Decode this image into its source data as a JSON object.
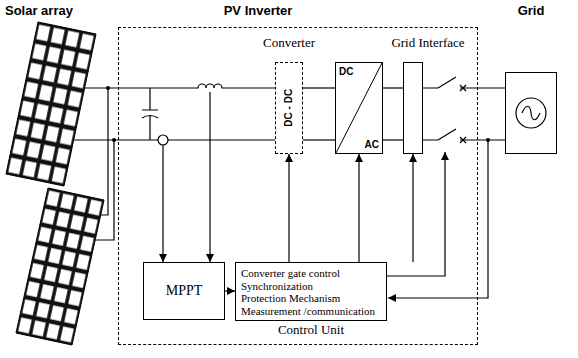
{
  "diagram": {
    "nodes": [
      {
        "text": [
          "PV Inverter"
        ]
      },
      {
        "text": [
          "DC - DC"
        ],
        "in": 0
      },
      {
        "text": [
          "DC",
          "AC"
        ],
        "in": 0
      },
      {
        "text": [
          "Grid Interface"
        ],
        "in": 0
      },
      {
        "text": [
          "MPPT"
        ],
        "in": 0
      },
      {
        "text": [
          "Converter gate control",
          "Synchronization",
          "Protection Mechanism",
          "Measurement /communication",
          "Control Unit"
        ],
        "in": 0
      },
      {
        "text": [
          "Grid"
        ]
      }
    ],
    "edges": [
      {
        "from": 4,
        "to": 5,
        "arrow": "to"
      },
      {
        "from": 5,
        "to": 1,
        "arrow": "to"
      },
      {
        "from": 5,
        "to": 2,
        "arrow": "to"
      },
      {
        "from": 5,
        "to": 3,
        "arrow": "to"
      },
      {
        "from": 1,
        "to": 2,
        "arrow": "none"
      },
      {
        "from": 1,
        "to": 2,
        "arrow": "none"
      },
      {
        "from": 2,
        "to": 3,
        "arrow": "none"
      },
      {
        "from": 2,
        "to": 3,
        "arrow": "none"
      },
      {
        "from": 3,
        "to": 6,
        "arrow": "none"
      },
      {
        "from": 3,
        "to": 6,
        "arrow": "none"
      }
    ],
    "labels": [
      "Solar array",
      "Converter"
    ]
  }
}
